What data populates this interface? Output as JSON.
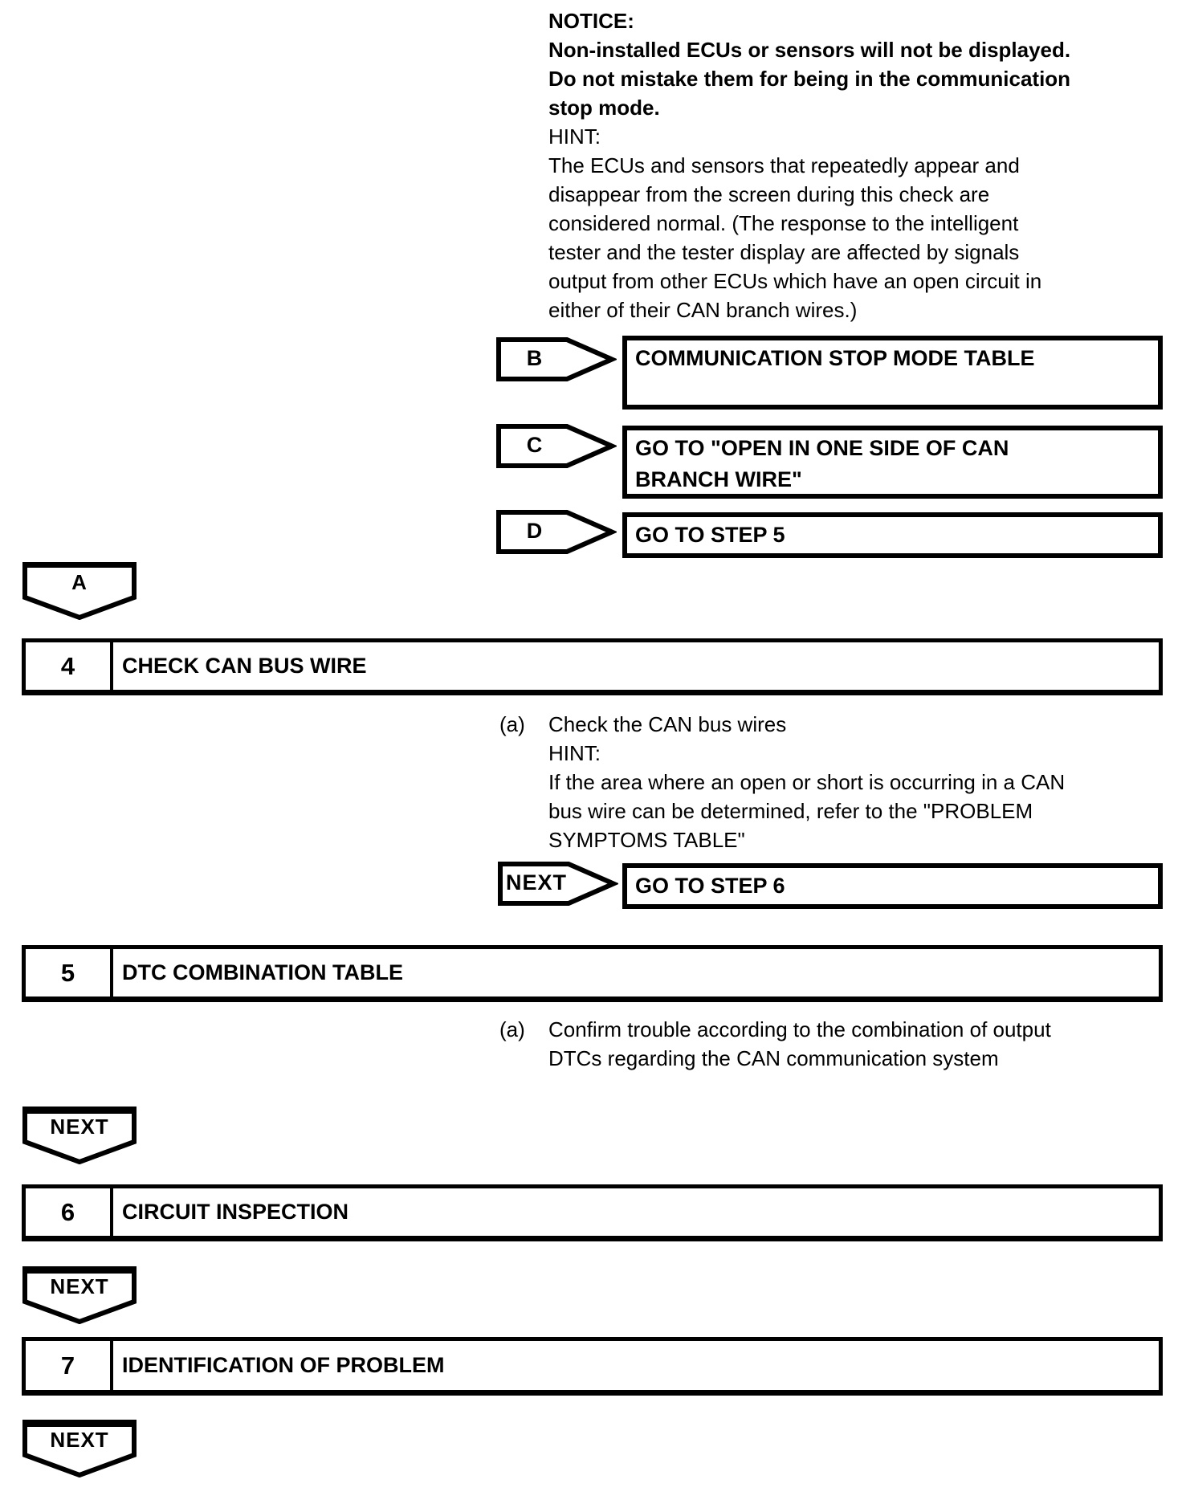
{
  "page": {
    "background": "#ffffff",
    "ink": "#000000"
  },
  "notice": {
    "title": "NOTICE:",
    "body": "Non-installed ECUs or sensors will not be displayed.\nDo not mistake them for being in the communication\nstop mode.",
    "hint_title": "HINT:",
    "hint_body": "The ECUs and sensors that repeatedly appear and\ndisappear from the screen during this check are\nconsidered normal. (The response to the intelligent\ntester and the tester display are affected by signals\noutput from other ECUs which have an open circuit in\neither of their CAN branch wires.)"
  },
  "results": [
    {
      "label": "B",
      "text": "COMMUNICATION STOP MODE TABLE"
    },
    {
      "label": "C",
      "text": "GO TO \"OPEN IN ONE SIDE OF CAN\nBRANCH WIRE\""
    },
    {
      "label": "D",
      "text": "GO TO STEP 5"
    }
  ],
  "connector_a": {
    "label": "A"
  },
  "steps": [
    {
      "number": "4",
      "title": "CHECK CAN BUS WIRE"
    },
    {
      "number": "5",
      "title": "DTC COMBINATION TABLE"
    },
    {
      "number": "6",
      "title": "CIRCUIT INSPECTION"
    },
    {
      "number": "7",
      "title": "IDENTIFICATION OF PROBLEM"
    }
  ],
  "step4_note": {
    "marker": "(a)",
    "body": "Check the CAN bus wires\nHINT:\nIf the area where an open or short is occurring in a CAN\nbus wire can be determined, refer to the \"PROBLEM\nSYMPTOMS TABLE\""
  },
  "next_result": {
    "label": "NEXT",
    "text": "GO TO STEP 6"
  },
  "step5_note": {
    "marker": "(a)",
    "body": "Confirm trouble according to the combination of output\nDTCs regarding the CAN communication system"
  },
  "next_connectors": [
    {
      "label": "NEXT"
    },
    {
      "label": "NEXT"
    },
    {
      "label": "NEXT"
    }
  ]
}
